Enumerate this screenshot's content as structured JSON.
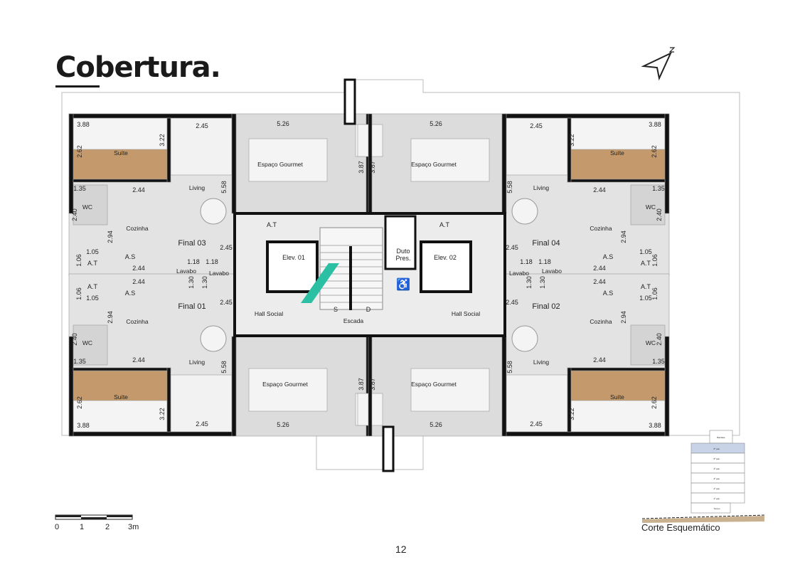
{
  "title": "Cobertura.",
  "page_number": "12",
  "scale_bar": {
    "ticks": [
      "0",
      "1",
      "2",
      "3m"
    ]
  },
  "section": {
    "caption": "Corte Esquemático",
    "floors": [
      "Barrilete",
      "6º pav.",
      "5º pav.",
      "4º pav.",
      "3º pav.",
      "2º pav.",
      "1º pav.",
      "Térreo"
    ],
    "highlighted_floor": "6º pav.",
    "highlight_color": "#c9d3e8"
  },
  "units": [
    {
      "name": "Final 03",
      "labels": [
        "3.88",
        "3.22",
        "2.62",
        "Suíte",
        "2.45",
        "Living",
        "5.58",
        "2.44",
        "1.35",
        "WC",
        "2.40",
        "2.94",
        "Cozinha",
        "A.S",
        "Final 03",
        "2.45",
        "1.05",
        "1.06",
        "A.T",
        "2.44",
        "1.18",
        "Lavabo",
        "1.30"
      ]
    },
    {
      "name": "Final 01",
      "labels": [
        "3.88",
        "3.22",
        "2.62",
        "Suíte",
        "2.45",
        "Living",
        "5.58",
        "2.44",
        "1.35",
        "WC",
        "2.40",
        "2.94",
        "Cozinha",
        "A.S",
        "Final 01",
        "2.45",
        "1.05",
        "1.06",
        "A.T",
        "2.44",
        "1.18",
        "Lavabo",
        "1.30"
      ]
    },
    {
      "name": "Final 04",
      "labels": [
        "3.88",
        "3.22",
        "2.62",
        "Suíte",
        "2.45",
        "Living",
        "5.58",
        "2.44",
        "1.35",
        "WC",
        "2.40",
        "2.94",
        "Cozinha",
        "A.S",
        "Final 04",
        "2.45",
        "1.05",
        "1.06",
        "A.T",
        "2.44",
        "1.18",
        "Lavabo",
        "1.30"
      ]
    },
    {
      "name": "Final 02",
      "labels": [
        "3.88",
        "3.22",
        "2.62",
        "Suíte",
        "2.45",
        "Living",
        "5.58",
        "2.44",
        "1.35",
        "WC",
        "2.40",
        "2.94",
        "Cozinha",
        "A.S",
        "Final 02",
        "2.45",
        "1.05",
        "1.06",
        "A.T",
        "2.44",
        "1.18",
        "Lavabo",
        "1.30"
      ]
    }
  ],
  "gourmet": [
    {
      "width": "5.26",
      "label": "Espaço Gourmet",
      "depth": "3.87"
    },
    {
      "width": "5.26",
      "label": "Espaço Gourmet",
      "depth": "3.87"
    },
    {
      "width": "5.26",
      "label": "Espaço Gourmet",
      "depth": "3.87"
    },
    {
      "width": "5.26",
      "label": "Espaço Gourmet",
      "depth": "3.87"
    }
  ],
  "core": {
    "at_left": "A.T",
    "at_right": "A.T",
    "elev1": "Elev. 01",
    "elev2": "Elev. 02",
    "duct_line1": "Duto",
    "duct_line2": "Pres.",
    "hall_left": "Hall Social",
    "hall_right": "Hall Social",
    "stair_up": "S",
    "stair_down": "D",
    "stair": "Escada",
    "accessible_icon": "wheelchair-icon"
  },
  "compass_icon": "north-arrow-icon",
  "colors": {
    "wall": "#111111",
    "floor": "#e3e3e3",
    "wood": "#c49a6c",
    "logo": "#2bbfa4"
  }
}
